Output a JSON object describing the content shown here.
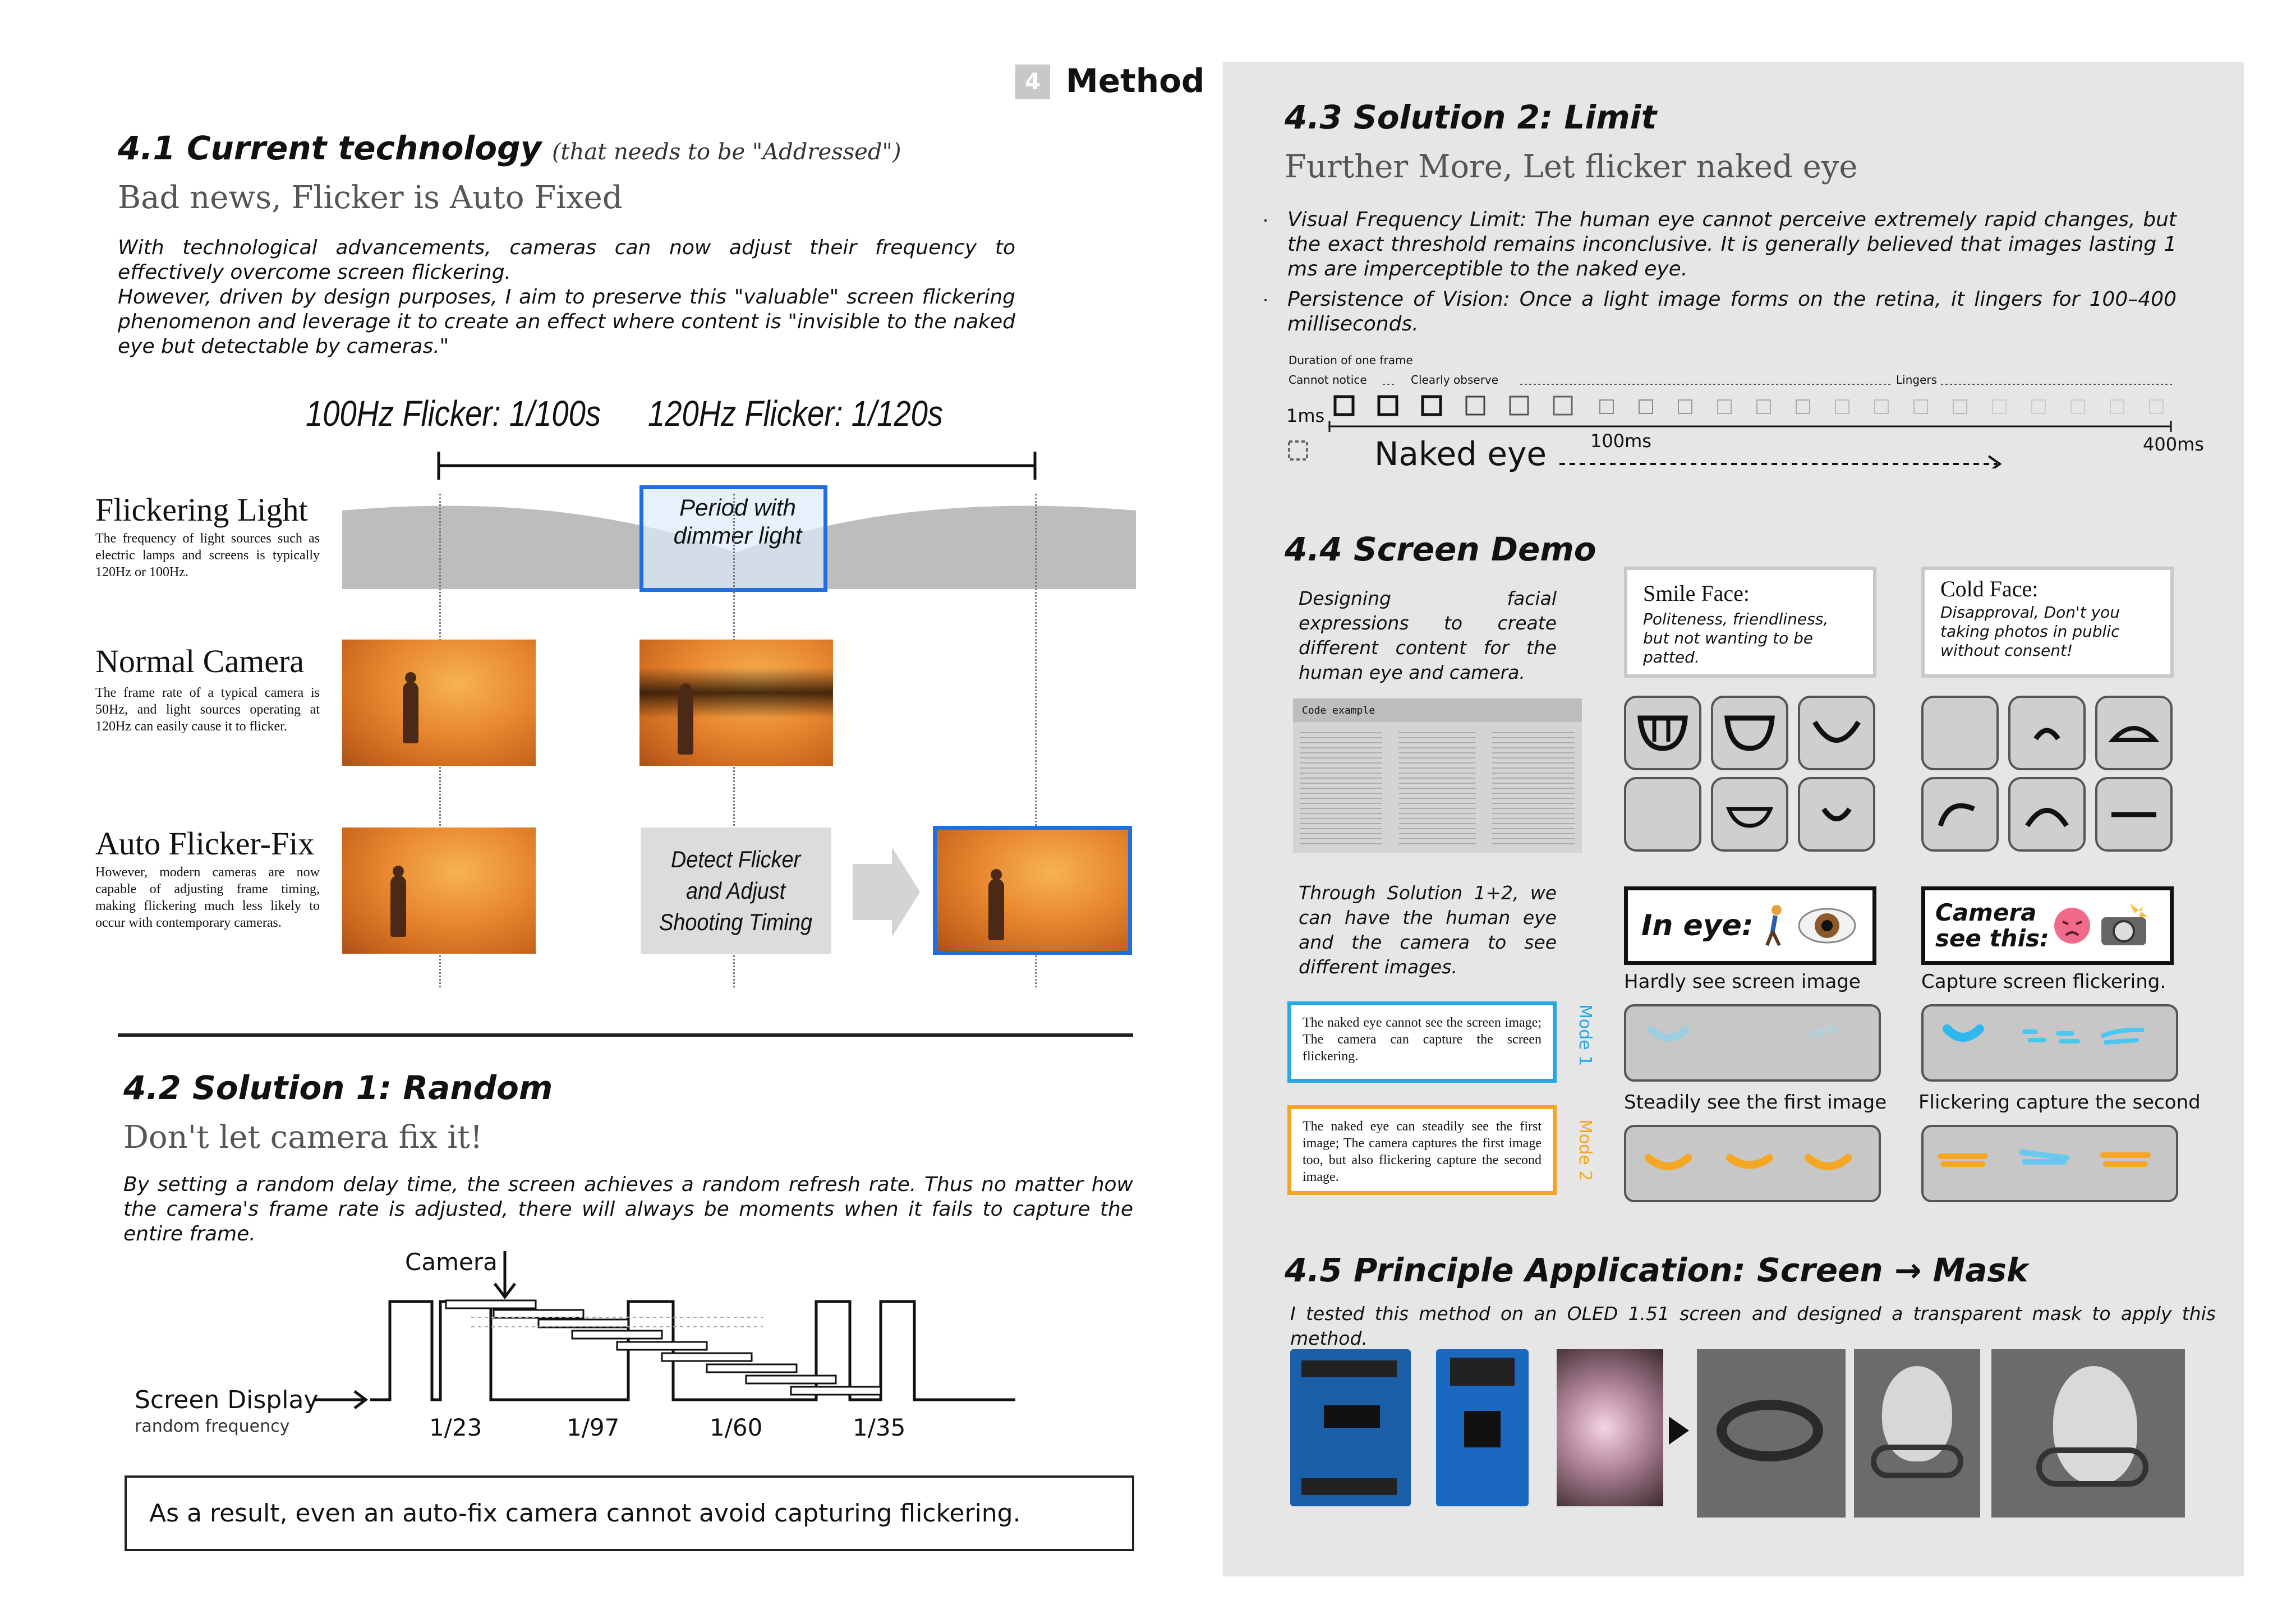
{
  "header": {
    "number": "4",
    "title": "Method"
  },
  "s41": {
    "title": "4.1 Current technology",
    "title_note": "(that needs to be \"Addressed\")",
    "subtitle": "Bad news, Flicker is Auto Fixed",
    "para": "With technological advancements, cameras can now adjust their frequency to effectively overcome screen flickering.\nHowever, driven by design purposes, I aim to preserve this \"valuable\" screen flickering phenomenon and leverage it to create an effect where content is \"invisible to the naked eye but detectable by cameras.\"",
    "freq_100": "100Hz Flicker: 1/100s",
    "freq_120": "120Hz Flicker: 1/120s",
    "period_label": "Period with\ndimmer light",
    "rows": [
      {
        "title": "Flickering Light",
        "desc": "The frequency of light sources such as electric lamps and screens is typically 120Hz or 100Hz."
      },
      {
        "title": "Normal Camera",
        "desc": "The frame rate of a typical camera is 50Hz, and light sources operating at 120Hz can easily cause it to flicker."
      },
      {
        "title": "Auto Flicker-Fix",
        "desc": "However, modern cameras are now capable of adjusting frame timing, making flickering much less likely to occur with contemporary cameras."
      }
    ],
    "detect_box": "Detect Flicker\nand Adjust\nShooting Timing"
  },
  "s42": {
    "title": "4.2 Solution 1: Random",
    "subtitle": "Don't let camera fix it!",
    "para": "By setting a random delay time, the screen achieves a random refresh rate. Thus no matter how the camera's frame rate is adjusted, there will always be moments when it fails to capture the entire frame.",
    "camera_label": "Camera",
    "screen_label": "Screen Display",
    "screen_sub": "random frequency",
    "ticks": [
      "1/23",
      "1/97",
      "1/60",
      "1/35"
    ],
    "result": "As a result, even an auto-fix camera cannot avoid capturing flickering."
  },
  "s43": {
    "title": "4.3 Solution 2: Limit",
    "subtitle": "Further More, Let flicker naked eye",
    "bullets": [
      "Visual Frequency Limit: The human eye cannot perceive extremely rapid changes, but the exact threshold remains inconclusive. It is generally believed that images lasting 1 ms are imperceptible to the naked eye.",
      "Persistence of Vision: Once a light image forms on the retina, it lingers for 100–400 milliseconds."
    ],
    "duration_label": "Duration of one frame",
    "cannot_notice": "Cannot notice",
    "clearly_observe": "Clearly observe",
    "lingers": "Lingers",
    "ms1": "1ms",
    "ms100": "100ms",
    "ms400": "400ms",
    "naked_eye": "Naked eye"
  },
  "s44": {
    "title": "4.4 Screen Demo",
    "intro": "Designing facial expressions to create different content for the human eye and camera.",
    "code_title": "Code example",
    "smile_title": "Smile Face:",
    "smile_desc": "Politeness, friendliness, but not wanting to be patted.",
    "cold_title": "Cold Face:",
    "cold_desc": "Disapproval, Don't you taking photos in public without consent!",
    "through": "Through Solution 1+2, we can have the human eye and the camera to see different images.",
    "in_eye": "In eye:",
    "camera_see_1": "Camera",
    "camera_see_2": "see this:",
    "hardly": "Hardly see screen image",
    "capture": "Capture screen flickering.",
    "steadily": "Steadily see the first image",
    "flickering_second": "Flickering capture the second",
    "mode1_text": "The naked eye cannot see the screen image; The camera can capture the screen flickering.",
    "mode1_label": "Mode 1",
    "mode2_text": "The naked eye can steadily see the first image; The camera captures the first image too, but also flickering capture the second image.",
    "mode2_label": "Mode 2",
    "colors": {
      "mode1": "#2aa6e0",
      "mode2": "#f3a623",
      "highlight": "#1f6fe0"
    }
  },
  "s45": {
    "title": "4.5 Principle Application: Screen → Mask",
    "para": "I tested this method on an OLED 1.51 screen and designed a transparent mask to apply this method."
  }
}
